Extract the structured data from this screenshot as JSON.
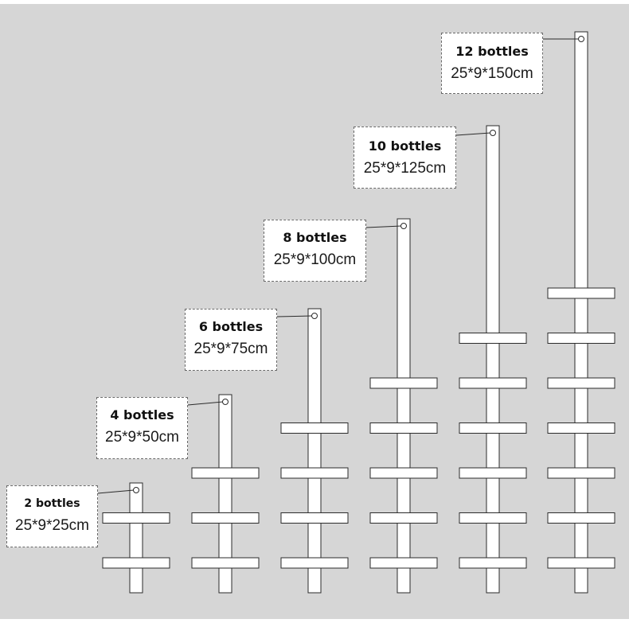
{
  "colors": {
    "background": "#d6d6d6",
    "rack": "#ffffff",
    "outline": "#2b2b2b"
  },
  "racks": [
    {
      "count_label": "2 bottles",
      "size_label": "25*9*25cm",
      "bottles": 2
    },
    {
      "count_label": "4 bottles",
      "size_label": "25*9*50cm",
      "bottles": 4
    },
    {
      "count_label": "6 bottles",
      "size_label": "25*9*75cm",
      "bottles": 6
    },
    {
      "count_label": "8 bottles",
      "size_label": "25*9*100cm",
      "bottles": 8
    },
    {
      "count_label": "10 bottles",
      "size_label": "25*9*125cm",
      "bottles": 10
    },
    {
      "count_label": "12 bottles",
      "size_label": "25*9*150cm",
      "bottles": 12
    }
  ]
}
